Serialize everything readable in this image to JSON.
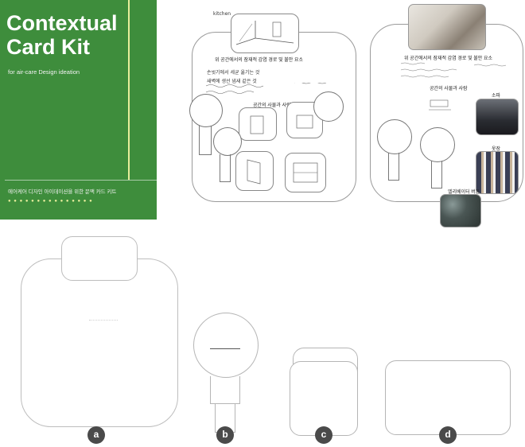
{
  "cover": {
    "title": "Contextual\nCard Kit",
    "subtitle": "for air-care Design ideation",
    "korean_subtitle": "에어케어 디자인 아이데이션을 위한 문맥 카드 키트",
    "color": "#3e8d3c",
    "accent": "#e8ee9c"
  },
  "sketch_card": {
    "header_scribble": "kitchen",
    "question": "위 공간에서의 잠재적 감염 경로 및 불안 요소",
    "lines": [
      "손씻기에서 세균 옮기는 것",
      "새벽에 생선 냄새 같은 것"
    ],
    "sub_title": "공간의 사물과 사람"
  },
  "photo_card": {
    "question": "위 공간에서의 잠재적 감염 경로 및 불안 요소",
    "sub_title": "공간의 사물과 사람",
    "photo_labels": {
      "sofa": "소파",
      "closet": "옷장",
      "elevator": "엘리베이터 버튼"
    }
  },
  "badges": [
    "a",
    "b",
    "c",
    "d"
  ]
}
